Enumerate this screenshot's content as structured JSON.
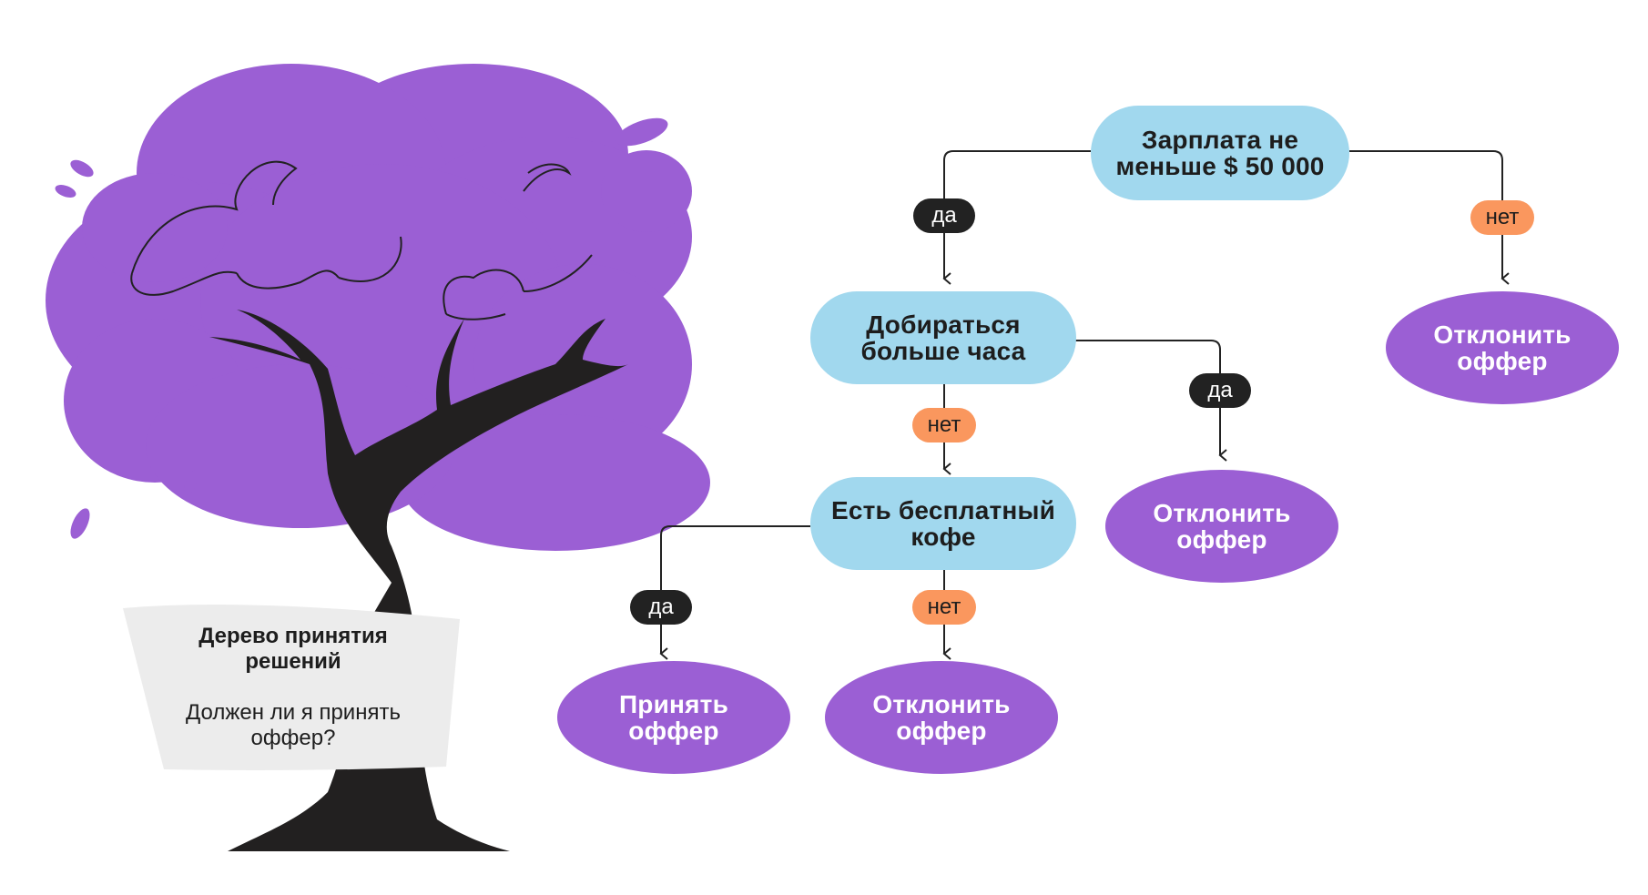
{
  "colors": {
    "question": "#a1d8ee",
    "leaf": "#9b5fd4",
    "yes_pill": "#222222",
    "no_pill": "#fa975e",
    "foliage": "#9b5fd4",
    "trunk": "#222020",
    "sign": "#ececec"
  },
  "sign": {
    "title": "Дерево принятия\nрешений",
    "subtitle": "Должен ли я принять\nоффер?"
  },
  "nodes": {
    "salary": "Зарплата не\nменьше $ 50 000",
    "commute": "Добираться\nбольше часа",
    "coffee": "Есть бесплатный\nкофе",
    "reject_salary": "Отклонить\nоффер",
    "reject_commute": "Отклонить\nоффер",
    "accept_coffee": "Принять\nоффер",
    "reject_coffee": "Отклонить\nоффер"
  },
  "edges": {
    "salary_yes": "да",
    "salary_no": "нет",
    "commute_no": "нет",
    "commute_yes": "да",
    "coffee_yes": "да",
    "coffee_no": "нет"
  },
  "icons": {
    "tree": "tree-illustration"
  }
}
